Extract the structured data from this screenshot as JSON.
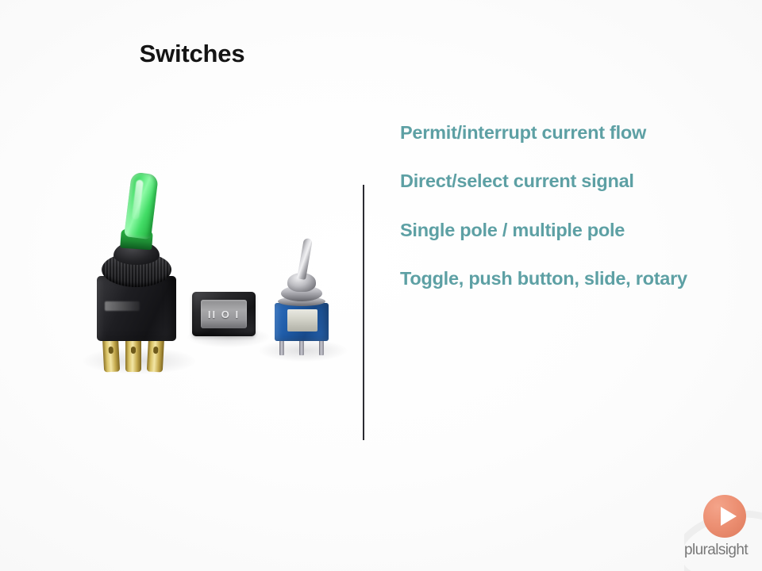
{
  "slide": {
    "title": "Switches",
    "background_color": "#fbfbfb"
  },
  "bullets": [
    {
      "text": "Permit/interrupt current flow"
    },
    {
      "text": "Direct/select current signal"
    },
    {
      "text": "Single pole / multiple pole"
    },
    {
      "text": "Toggle, push button, slide, rotary"
    }
  ],
  "accent_color": "#5da0a4",
  "divider": {
    "color": "#2a2a30"
  },
  "illustration": {
    "caption": "Three electrical switch components",
    "switches": [
      {
        "name": "green-illuminated-toggle-switch",
        "lever_color": "#3fd05c",
        "body_color": "#1e1e22",
        "terminal_color": "#d9c266"
      },
      {
        "name": "black-rocker-switch",
        "body_color": "#2a2a2d",
        "face_color": "#a8a8aa",
        "markings": "II O I"
      },
      {
        "name": "blue-mini-toggle-switch",
        "lever_color": "#d8d8dc",
        "body_color": "#1f5ca8"
      }
    ]
  },
  "logo": {
    "wordmark": "pluralsight",
    "accent_color": "#ec8f72",
    "icon": "play-icon"
  }
}
